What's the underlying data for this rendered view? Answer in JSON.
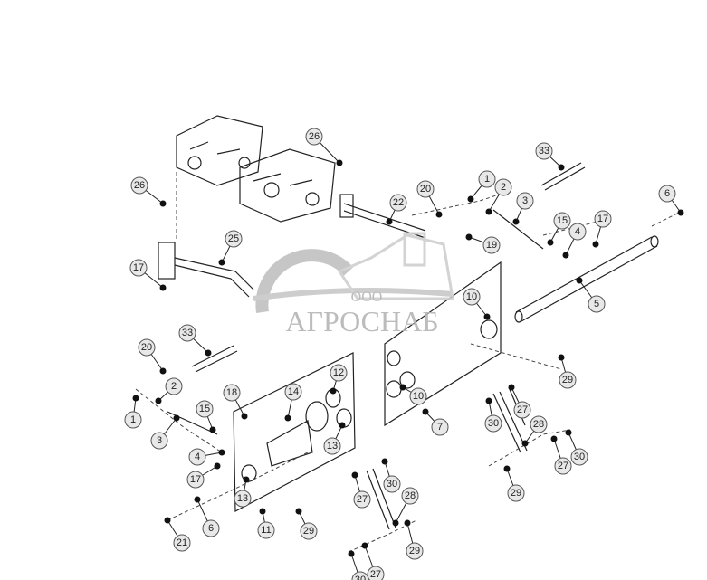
{
  "diagram": {
    "callouts": [
      "26",
      "26",
      "33",
      "20",
      "1",
      "2",
      "3",
      "22",
      "6",
      "15",
      "17",
      "4",
      "19",
      "25",
      "17",
      "5",
      "10",
      "33",
      "20",
      "29",
      "12",
      "2",
      "14",
      "18",
      "10",
      "15",
      "1",
      "30",
      "27",
      "3",
      "7",
      "28",
      "13",
      "4",
      "17",
      "30",
      "27",
      "29",
      "13",
      "30",
      "27",
      "28",
      "11",
      "6",
      "29",
      "21",
      "29",
      "27",
      "30"
    ]
  },
  "watermark": {
    "prefix": "ООО",
    "name": "АГРОСНАБ"
  },
  "colors": {
    "line": "#222222",
    "callout_fill": "#e8e8e8",
    "watermark": "#b5b5b5"
  }
}
